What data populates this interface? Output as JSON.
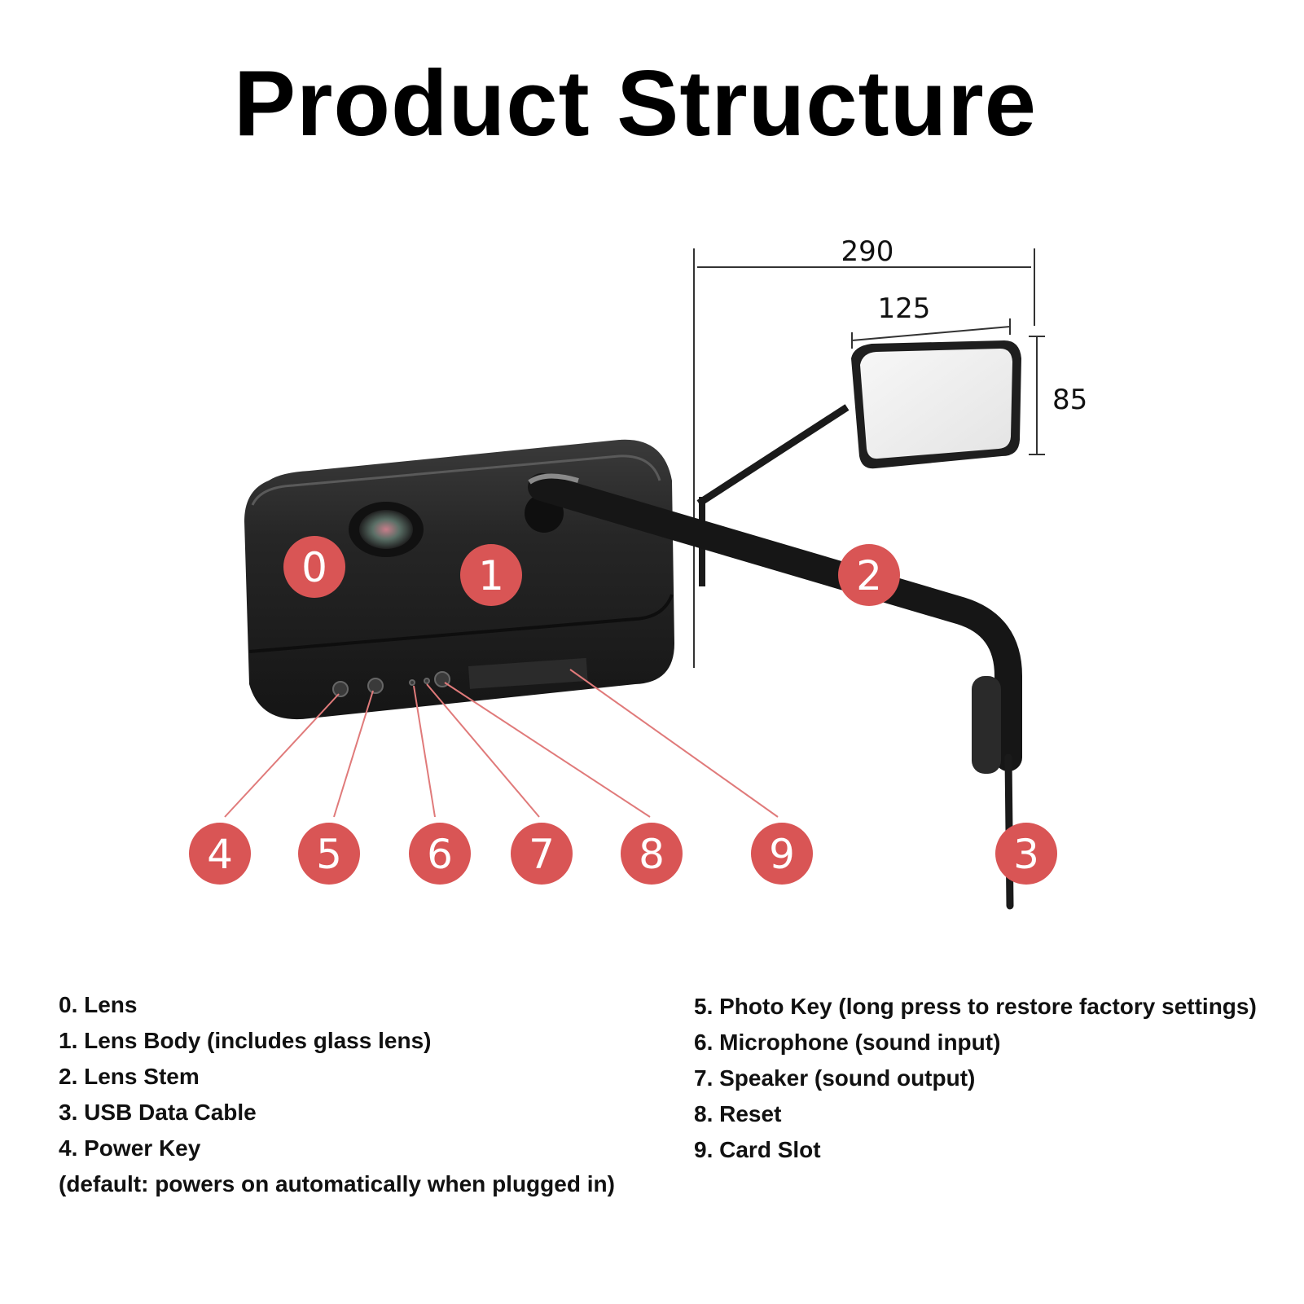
{
  "title": "Product Structure",
  "dimensions": {
    "width_total": "290",
    "width_mirror": "125",
    "height_mirror": "85"
  },
  "callouts": [
    "0",
    "1",
    "2",
    "3",
    "4",
    "5",
    "6",
    "7",
    "8",
    "9"
  ],
  "legend": {
    "left": [
      "0. Lens",
      "1. Lens Body (includes glass lens)",
      "2. Lens Stem",
      "3. USB Data Cable",
      "4. Power Key",
      "(default: powers on automatically when plugged in)"
    ],
    "right": [
      "5. Photo Key (long press to restore factory settings)",
      "6. Microphone (sound input)",
      "7. Speaker (sound output)",
      "8. Reset",
      "9. Card Slot"
    ]
  },
  "colors": {
    "callout": "#d95555",
    "leader": "#e07a7a",
    "body": "#1c1c1c"
  }
}
